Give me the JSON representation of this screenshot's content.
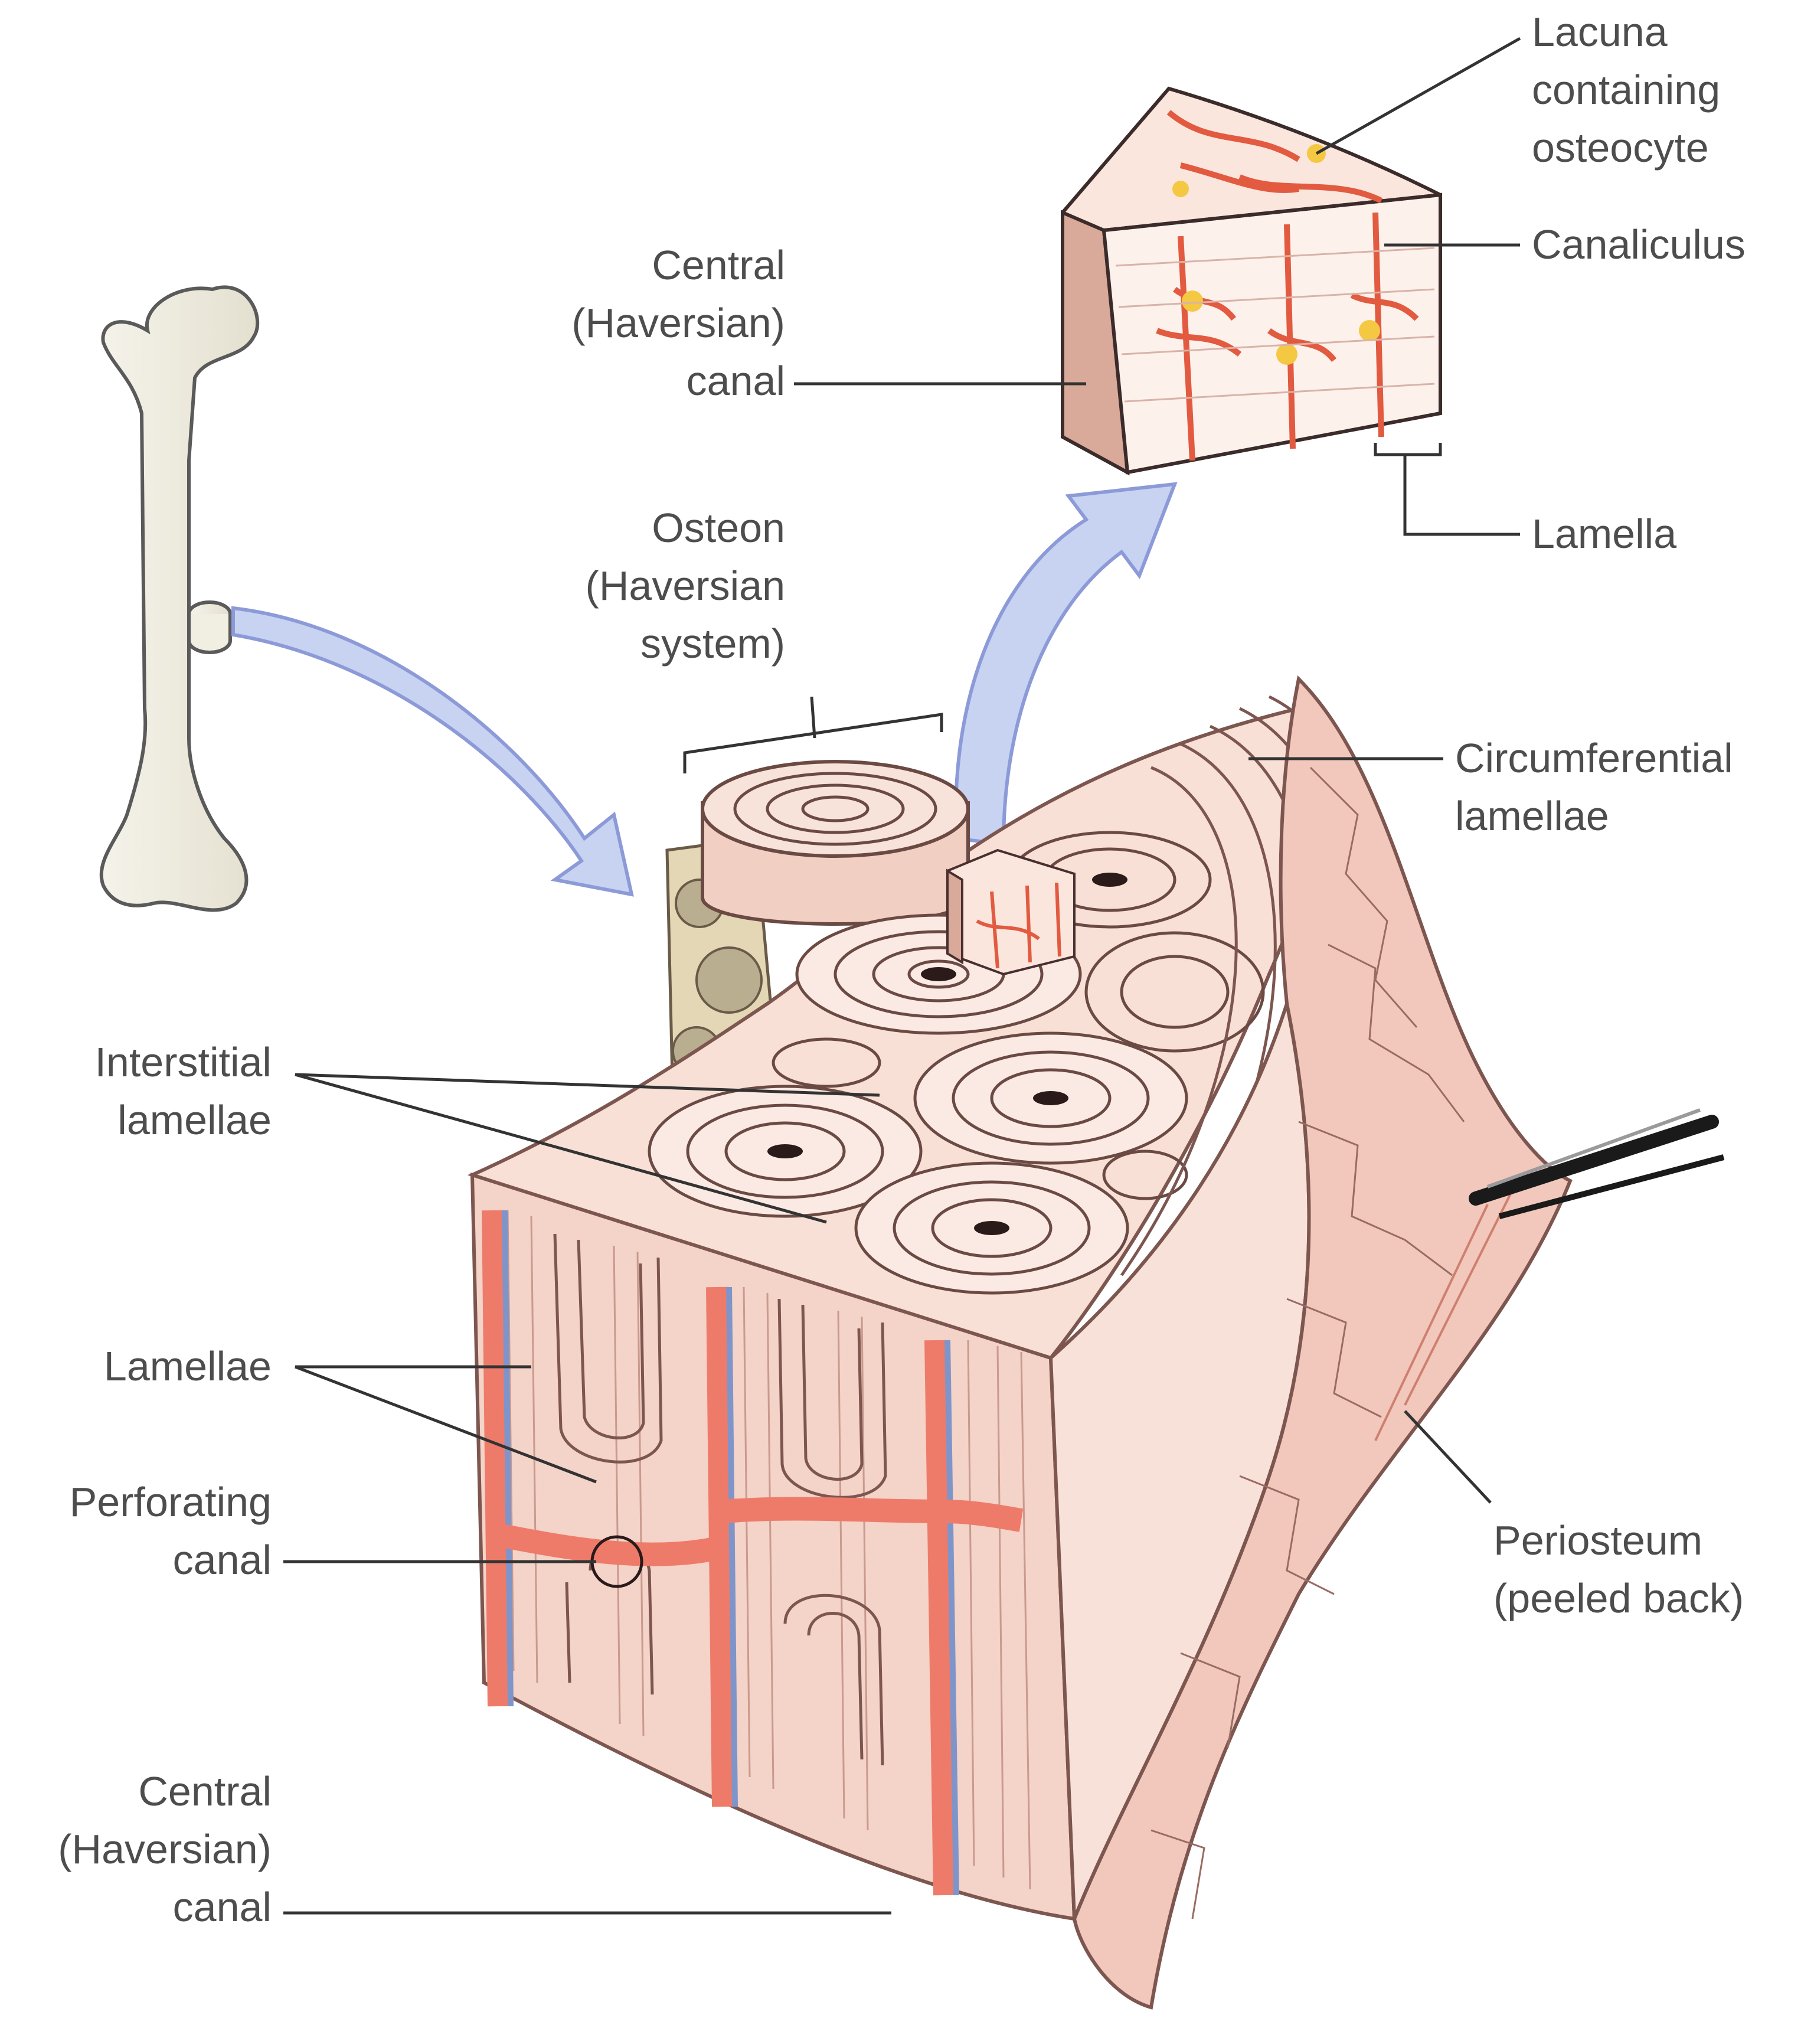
{
  "diagram": {
    "labels": {
      "lacuna": [
        "Lacuna",
        "containing",
        "osteocyte"
      ],
      "canaliculus": [
        "Canaliculus"
      ],
      "central_canal_top": [
        "Central",
        "(Haversian)",
        "canal"
      ],
      "lamella": [
        "Lamella"
      ],
      "osteon": [
        "Osteon",
        "(Haversian",
        "system)"
      ],
      "circumferential": [
        "Circumferential",
        "lamellae"
      ],
      "interstitial": [
        "Interstitial",
        "lamellae"
      ],
      "lamellae": [
        "Lamellae"
      ],
      "perforating": [
        "Perforating",
        "canal"
      ],
      "periosteum": [
        "Periosteum",
        "(peeled back)"
      ],
      "central_canal_bottom": [
        "Central",
        "(Haversian)",
        "canal"
      ]
    },
    "colors": {
      "bone_fill": "#f6d9cf",
      "bone_line": "#8a5a55",
      "vessel_red": "#ee7b6a",
      "vessel_blue": "#7f95c9",
      "arrow_fill": "#c8d3f2",
      "arrow_stroke": "#8d9ad8",
      "spongy": "#e3d7b6",
      "label_text": "#4d4d4d",
      "leader_line": "#333333"
    }
  }
}
